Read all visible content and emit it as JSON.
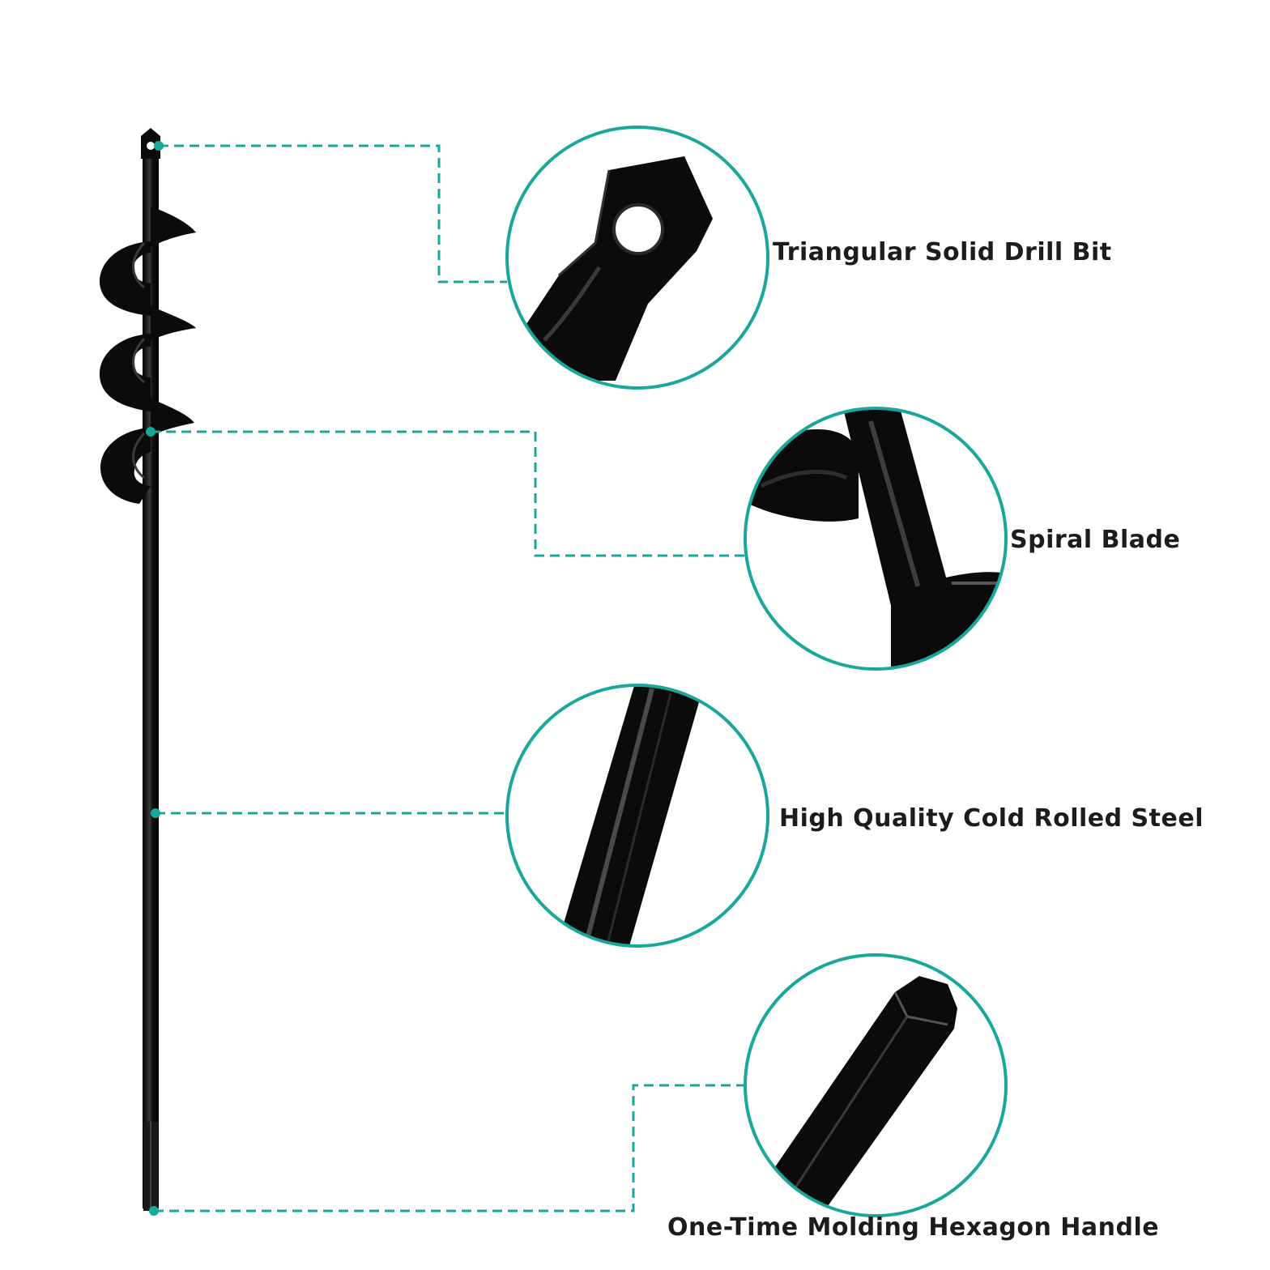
{
  "colors": {
    "accent": "#1aa79b",
    "product": "#0b0b0b",
    "text": "#1c1c1c",
    "background": "#ffffff"
  },
  "features": [
    {
      "id": "tip",
      "label": "Triangular Solid Drill Bit"
    },
    {
      "id": "blade",
      "label": "Spiral Blade"
    },
    {
      "id": "steel",
      "label": "High Quality Cold Rolled Steel"
    },
    {
      "id": "handle",
      "label": "One-Time Molding Hexagon Handle"
    }
  ]
}
